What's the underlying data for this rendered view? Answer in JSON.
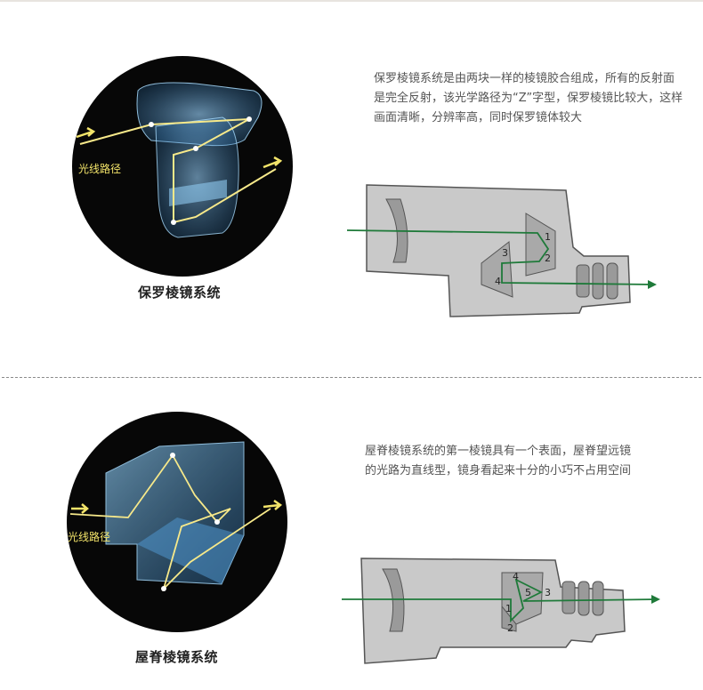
{
  "porro": {
    "description": "保罗棱镜系统是由两块一样的棱镜胶合组成，所有的反射面是完全反射，该光学路径为“Z”字型，保罗棱镜比较大，这样画面清晰，分辨率高，同时保罗镜体较大",
    "light_path_label": "光线路径",
    "caption": "保罗棱镜系统",
    "prism_numbers": [
      "1",
      "2",
      "3",
      "4"
    ]
  },
  "roof": {
    "description": "屋脊棱镜系统的第一棱镜具有一个表面，屋脊望远镜的光路为直线型，镜身看起来十分的小巧不占用空间",
    "light_path_label": "光线路径",
    "caption": "屋脊棱镜系统",
    "prism_numbers": [
      "1",
      "2",
      "3",
      "4",
      "5"
    ]
  },
  "colors": {
    "body_gray": "#c9c9c9",
    "outline": "#555555",
    "light_path_green": "#1f7a3a",
    "circle_bg": "#070707",
    "prism_blue": "#5fa9d8",
    "label_yellow": "#f3e46a"
  }
}
